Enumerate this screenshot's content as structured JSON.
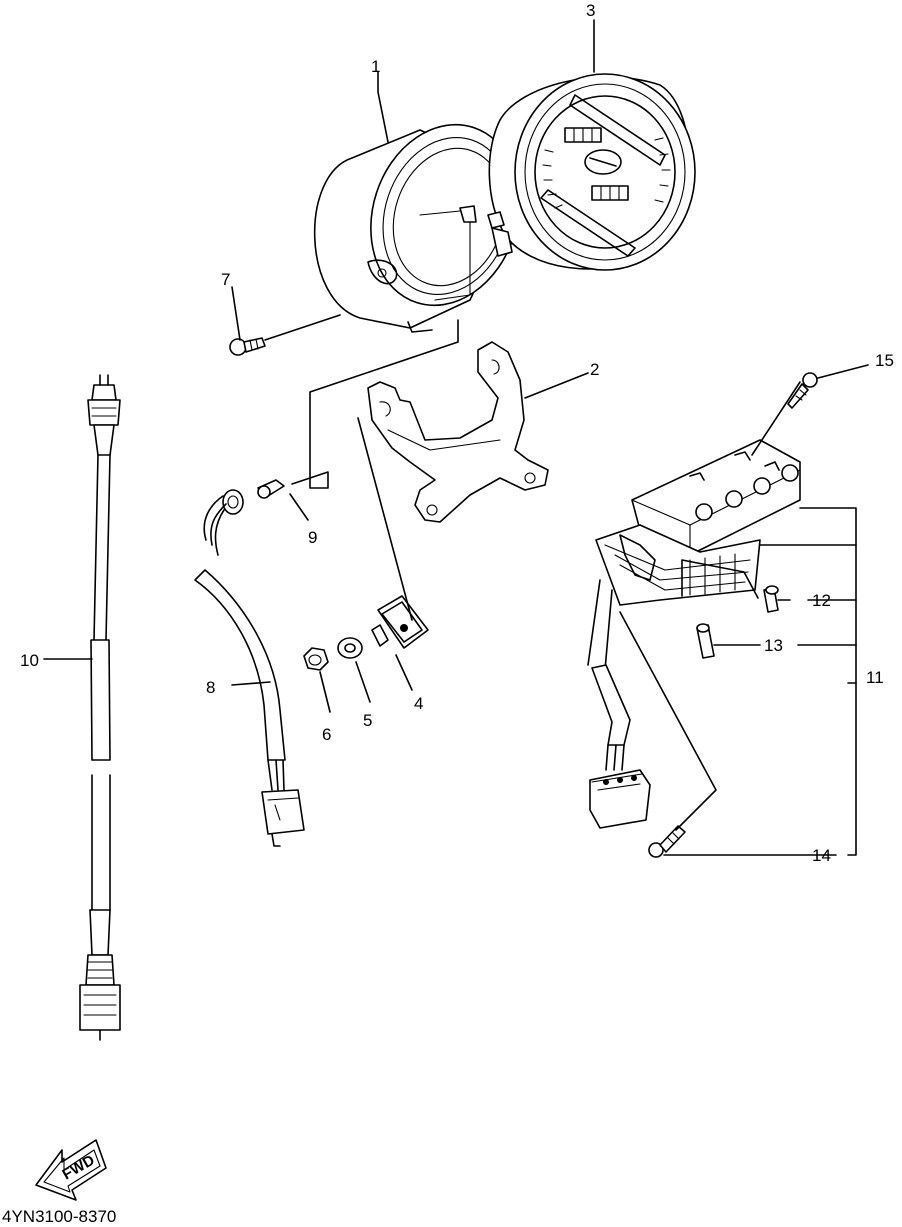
{
  "labels": {
    "l1": "1",
    "l2": "2",
    "l3": "3",
    "l4": "4",
    "l5": "5",
    "l6": "6",
    "l7": "7",
    "l8": "8",
    "l9": "9",
    "l10": "10",
    "l11": "11",
    "l12": "12",
    "l13": "13",
    "l14": "14",
    "l15": "15"
  },
  "direction_arrow": "FWD",
  "diagram_code": "4YN3100-8370"
}
